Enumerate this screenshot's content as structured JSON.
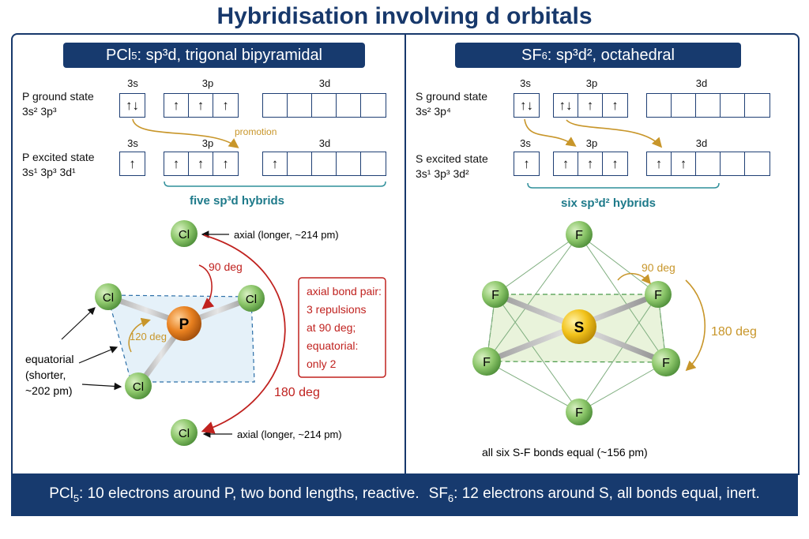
{
  "title": "Hybridisation involving d orbitals",
  "left": {
    "title_formula": "PCl",
    "title_sub": "5",
    "title_rest": ": sp³d, trigonal bipyramidal",
    "ground_l1": "P ground state",
    "ground_l2": "3s² 3p³",
    "excited_l1": "P excited state",
    "excited_l2": "3s¹ 3p³ 3d¹",
    "h3s": "3s",
    "h3p": "3p",
    "h3d": "3d",
    "promotion": "promotion",
    "hybrids": "five sp³d hybrids",
    "ground_s": [
      "↑↓"
    ],
    "ground_p": [
      "↑",
      "↑",
      "↑"
    ],
    "ground_d": [
      "",
      "",
      "",
      "",
      ""
    ],
    "excited_s": [
      "↑"
    ],
    "excited_p": [
      "↑",
      "↑",
      "↑"
    ],
    "excited_d": [
      "↑",
      "",
      "",
      "",
      ""
    ],
    "central_atom": "P",
    "ligand": "Cl",
    "axial_label": "axial (longer, ~214 pm)",
    "angle_90": "90 deg",
    "angle_120": "120 deg",
    "angle_180": "180 deg",
    "equatorial_label": [
      "equatorial",
      "(shorter,",
      "~202 pm)"
    ],
    "note": [
      "axial bond pair:",
      "3 repulsions",
      "at 90 deg;",
      "equatorial:",
      "only 2"
    ]
  },
  "right": {
    "title_formula": "SF",
    "title_sub": "6",
    "title_rest": ": sp³d², octahedral",
    "ground_l1": "S ground state",
    "ground_l2": "3s² 3p⁴",
    "excited_l1": "S excited state",
    "excited_l2": "3s¹ 3p³ 3d²",
    "h3s": "3s",
    "h3p": "3p",
    "h3d": "3d",
    "hybrids": "six sp³d² hybrids",
    "ground_s": [
      "↑↓"
    ],
    "ground_p": [
      "↑↓",
      "↑",
      "↑"
    ],
    "ground_d": [
      "",
      "",
      "",
      "",
      ""
    ],
    "excited_s": [
      "↑"
    ],
    "excited_p": [
      "↑",
      "↑",
      "↑"
    ],
    "excited_d": [
      "↑",
      "↑",
      "",
      "",
      ""
    ],
    "central_atom": "S",
    "ligand": "F",
    "angle_90": "90 deg",
    "angle_180": "180 deg",
    "bond_note": "all six S-F bonds equal (~156 pm)"
  },
  "footer": {
    "part1_formula": "PCl",
    "part1_sub": "5",
    "part1_rest": ": 10 electrons around P, two bond lengths, reactive.",
    "part2_formula": "SF",
    "part2_sub": "6",
    "part2_rest": ": 12 electrons around S, all bonds equal, inert."
  },
  "colors": {
    "navy": "#173a6e",
    "ligand_green": "#8cc66a",
    "p_orange": "#e8801f",
    "s_yellow": "#f2c21a",
    "red_arrow": "#c0221f",
    "gold_arrow": "#c8962a",
    "hybrid_teal": "#1e7a8a"
  }
}
